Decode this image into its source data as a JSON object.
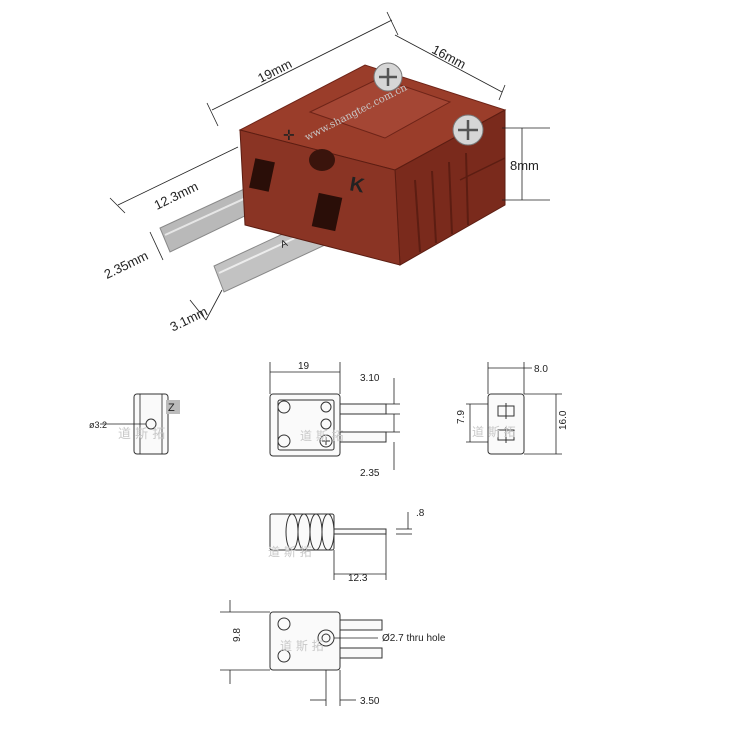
{
  "photo": {
    "dim_length": "19mm",
    "dim_width": "16mm",
    "dim_height": "8mm",
    "dim_pin_length": "12.3mm",
    "dim_pin_width": "2.35mm",
    "dim_pin_spacing": "3.1mm",
    "body_color": "#8a3424",
    "pin_color": "#b8b8b8",
    "polarity_mark": "K"
  },
  "drawings": {
    "end_view": {
      "hole_dia": "ø3.2"
    },
    "top_view": {
      "length": "19",
      "pin_width": "3.10",
      "pin_gap": "2.35"
    },
    "side_view": {
      "height": "8.0",
      "width": "16.0",
      "inner": "7.9"
    },
    "profile_view": {
      "pin_thickness": ".8",
      "pin_length": "12.3"
    },
    "bottom_view": {
      "spacing": "9.8",
      "hole": "Ø2.7 thru hole",
      "offset": "3.50"
    }
  },
  "watermark": {
    "url": "www.shangtec.com.cn",
    "mark": "Z"
  }
}
